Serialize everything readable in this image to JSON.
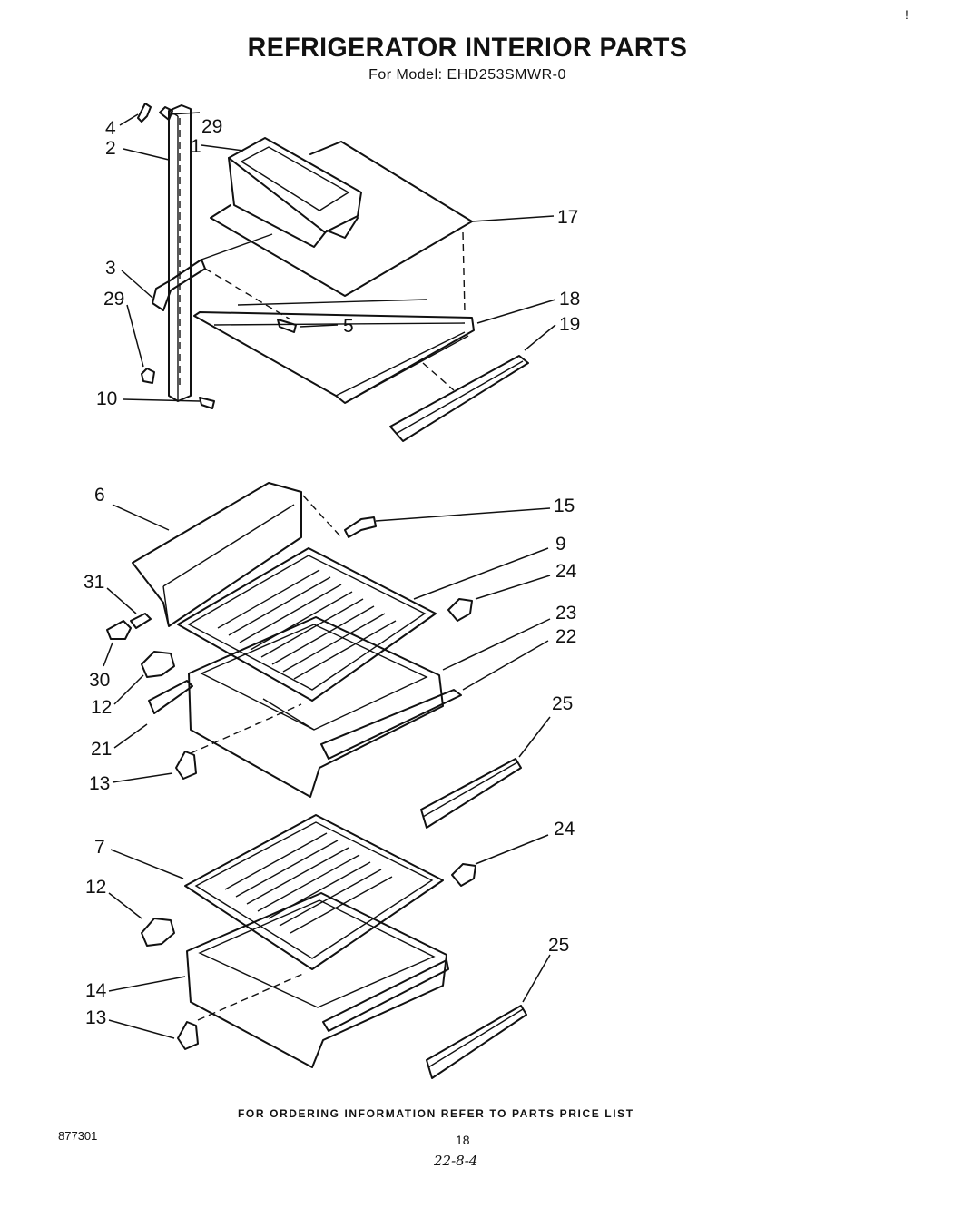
{
  "title": "REFRIGERATOR INTERIOR PARTS",
  "subtitle": "For Model: EHD253SMWR-0",
  "callouts": {
    "c4": "4",
    "c2": "2",
    "c29a": "29",
    "c1": "1",
    "c17": "17",
    "c3": "3",
    "c29b": "29",
    "c5": "5",
    "c18": "18",
    "c19": "19",
    "c10": "10",
    "c6": "6",
    "c15": "15",
    "c9": "9",
    "c24a": "24",
    "c31": "31",
    "c23": "23",
    "c22": "22",
    "c30": "30",
    "c12a": "12",
    "c25a": "25",
    "c21": "21",
    "c13a": "13",
    "c24b": "24",
    "c7": "7",
    "c12b": "12",
    "c25b": "25",
    "c14": "14",
    "c13b": "13"
  },
  "footer_note": "FOR ORDERING INFORMATION REFER TO PARTS PRICE LIST",
  "doc_number": "877301",
  "page_number": "18",
  "handwritten_note": "22-8-4",
  "corner_mark": "!"
}
